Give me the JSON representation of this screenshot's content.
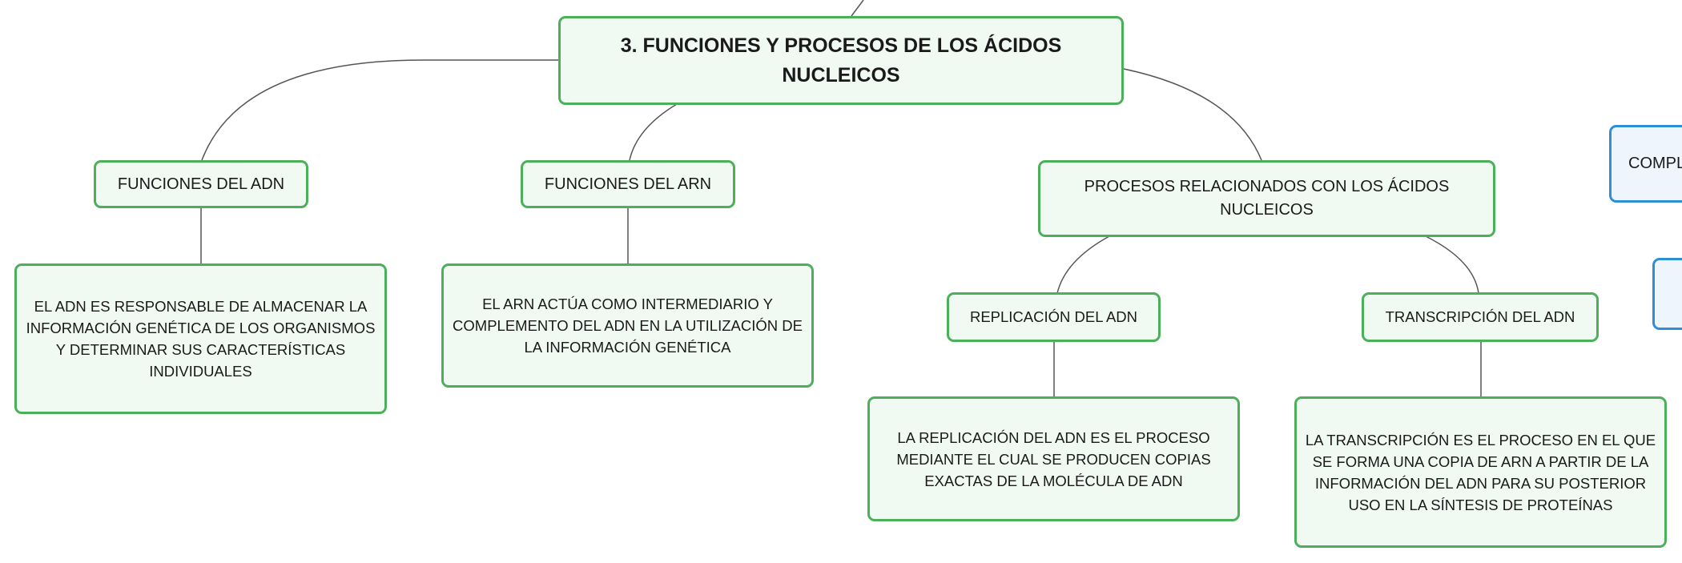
{
  "colors": {
    "border_green": "#4caf5a",
    "fill_green": "#f1f9f3",
    "border_blue": "#2f8fd6",
    "fill_blue": "#eef5fd",
    "connector": "#555555"
  },
  "root": {
    "title": "3. FUNCIONES Y PROCESOS DE LOS ÁCIDOS NUCLEICOS"
  },
  "branches": {
    "adn": {
      "label": "FUNCIONES DEL ADN",
      "detail": "EL ADN ES RESPONSABLE DE ALMACENAR LA INFORMACIÓN GENÉTICA DE LOS ORGANISMOS Y DETERMINAR SUS CARACTERÍSTICAS INDIVIDUALES"
    },
    "arn": {
      "label": "FUNCIONES DEL ARN",
      "detail": "EL ARN ACTÚA COMO INTERMEDIARIO Y COMPLEMENTO DEL ADN EN LA UTILIZACIÓN DE LA INFORMACIÓN GENÉTICA"
    },
    "procesos": {
      "label": "PROCESOS RELACIONADOS CON LOS ÁCIDOS NUCLEICOS",
      "replicacion": {
        "label": "REPLICACIÓN DEL ADN",
        "detail": "LA REPLICACIÓN DEL ADN ES EL PROCESO MEDIANTE EL CUAL SE PRODUCEN COPIAS EXACTAS DE LA MOLÉCULA DE ADN"
      },
      "transcripcion": {
        "label": "TRANSCRIPCIÓN DEL ADN",
        "detail": "LA TRANSCRIPCIÓN ES EL PROCESO EN EL QUE SE FORMA UNA COPIA DE ARN A PARTIR DE LA INFORMACIÓN DEL ADN PARA SU POSTERIOR USO EN LA SÍNTESIS DE PROTEÍNAS"
      }
    }
  },
  "offscreen": {
    "partial_label": "COMPL"
  }
}
